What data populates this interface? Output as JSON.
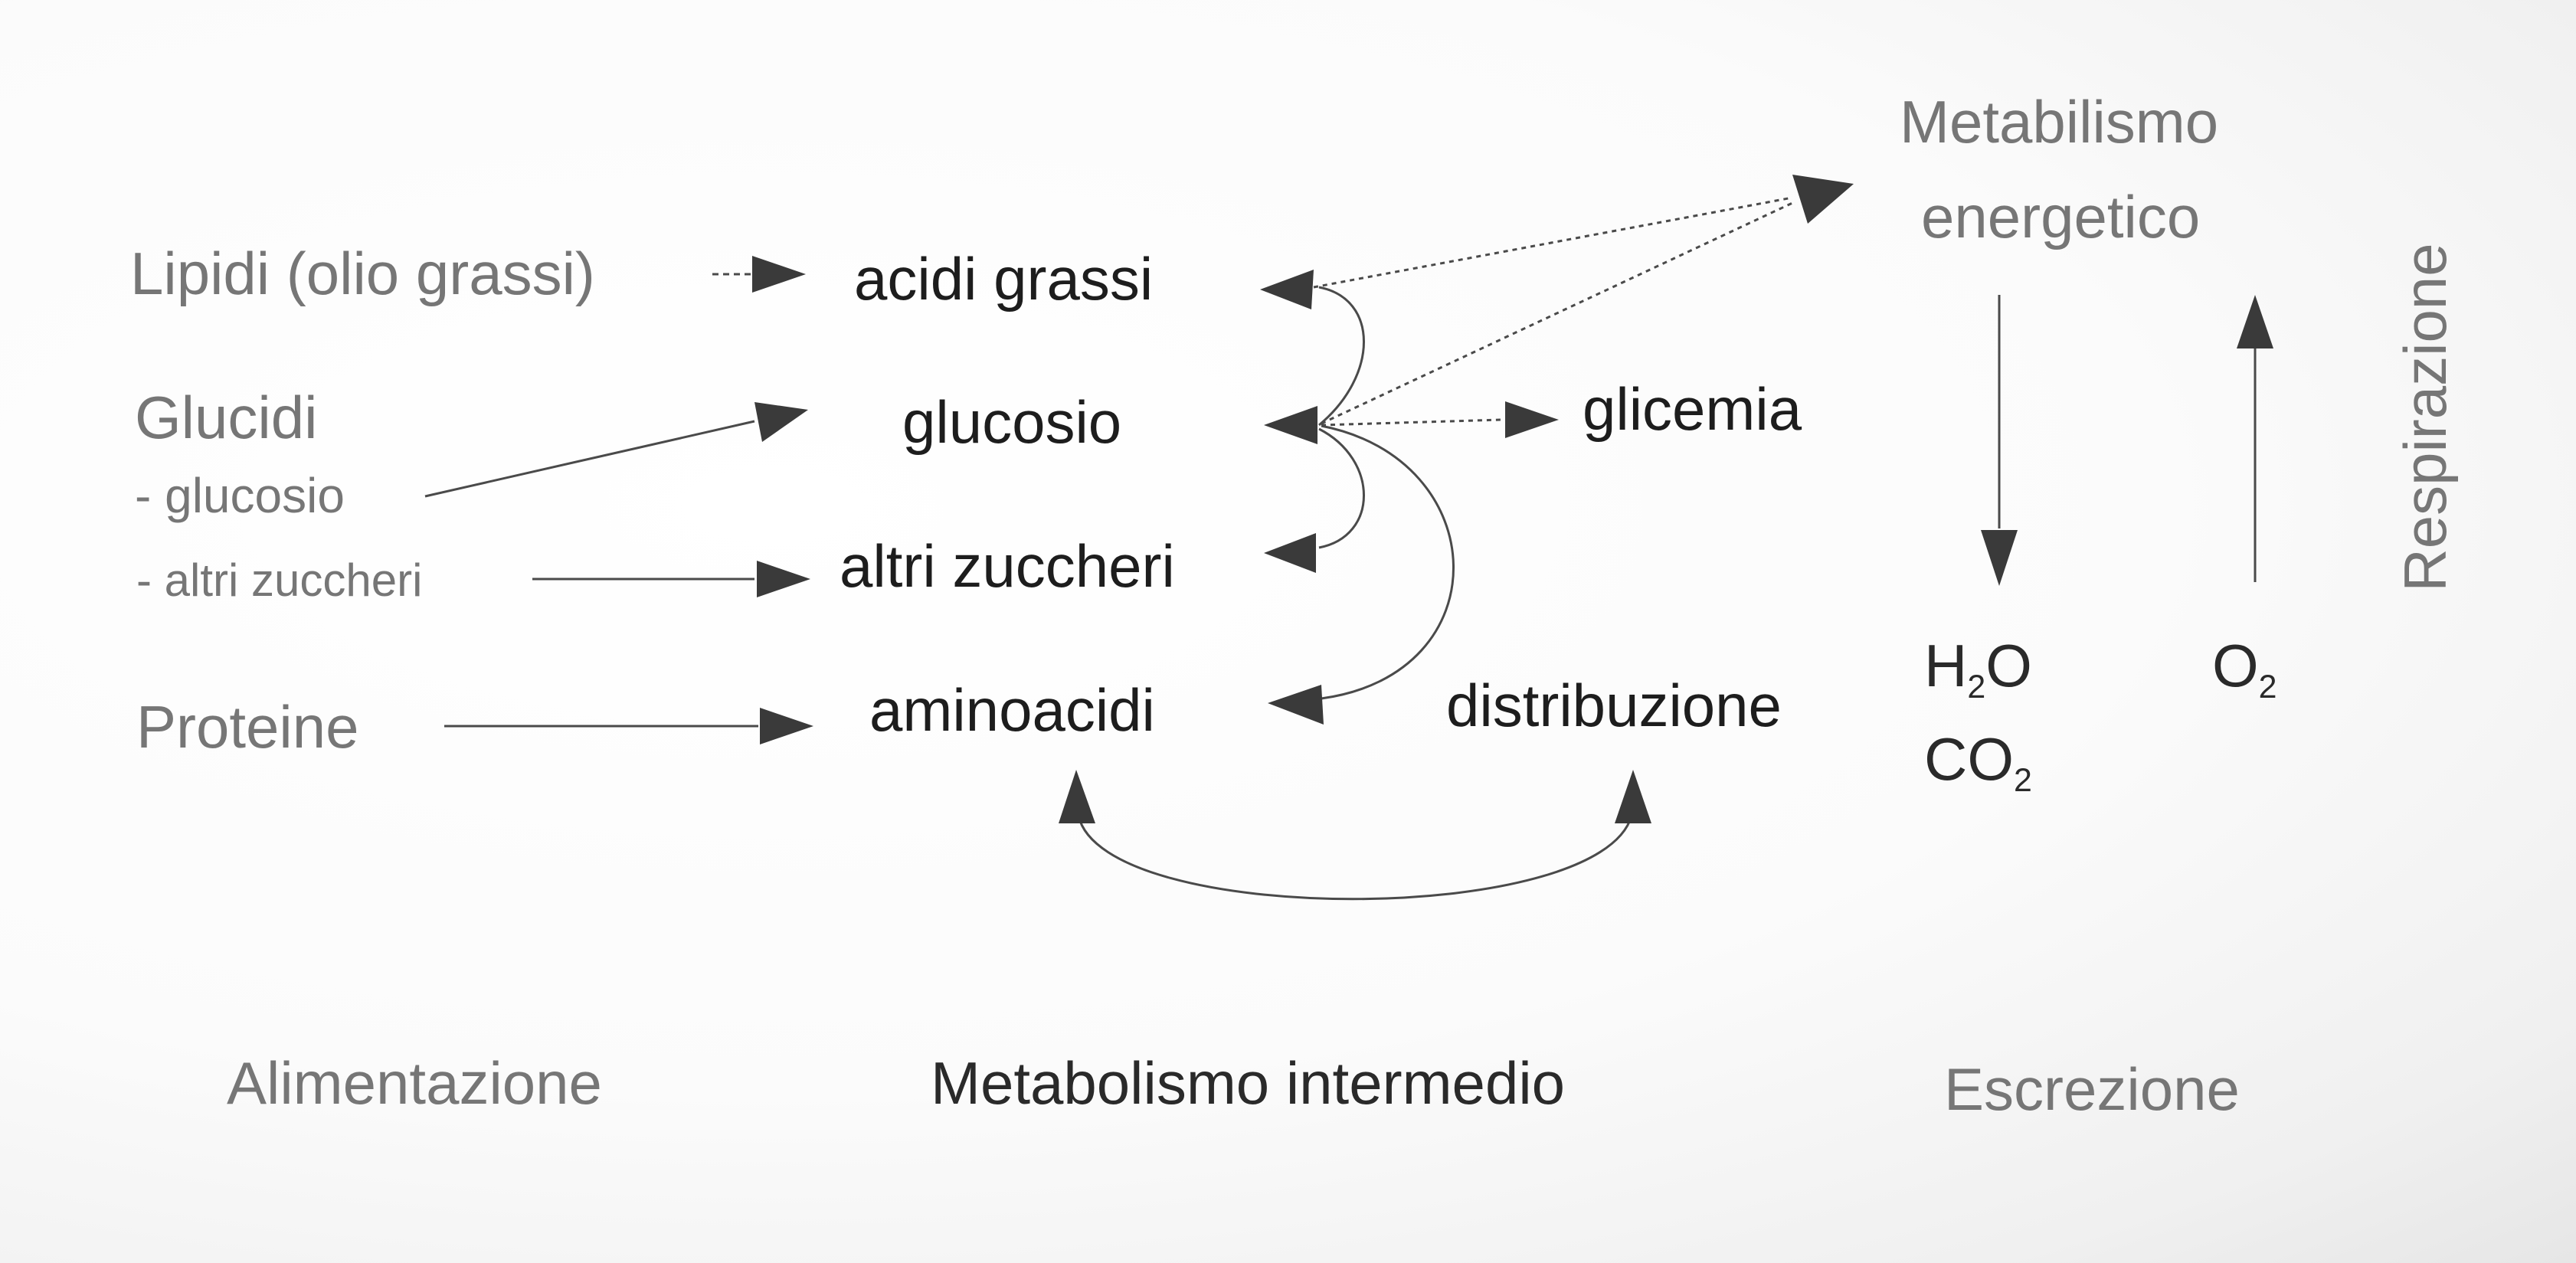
{
  "diagram": {
    "alimentazione": {
      "lipidi": "Lipidi (olio grassi)",
      "glucidi": "Glucidi",
      "glucidi_glucosio": "- glucosio",
      "glucidi_altri_zuccheri": "- altri zuccheri",
      "proteine": "Proteine",
      "section_label": "Alimentazione"
    },
    "metabolismo_intermedio": {
      "acidi_grassi": "acidi grassi",
      "glucosio": "glucosio",
      "altri_zuccheri": "altri zuccheri",
      "aminoacidi": "aminoacidi",
      "glicemia": "glicemia",
      "distribuzione": "distribuzione",
      "section_label": "Metabolismo intermedio"
    },
    "escrezione": {
      "metabolismo_energetico_line1": "Metabilismo",
      "metabolismo_energetico_line2": "energetico",
      "h2o": {
        "main": "H",
        "sub": "2",
        "tail": "O"
      },
      "co2": {
        "main": "CO",
        "sub": "2"
      },
      "o2": {
        "main": "O",
        "sub": "2"
      },
      "respirazione": "Respirazione",
      "section_label": "Escrezione"
    },
    "colors": {
      "label_gray": "#767676",
      "label_dark": "#1d1d1d",
      "arrow": "#3a3a3a"
    }
  }
}
